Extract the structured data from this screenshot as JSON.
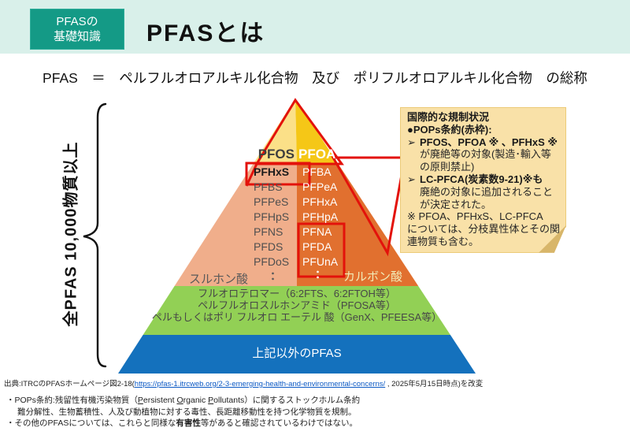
{
  "header": {
    "badge_line1": "PFASの",
    "badge_line2": "基礎知識",
    "title": "PFASとは"
  },
  "definition": "PFAS　＝　ペルフルオロアルキル化合物　及び　ポリフルオロアルキル化合物　の総称",
  "left_axis_label": "全PFAS 10,000物質以上",
  "pyramid": {
    "top": {
      "left": "PFOS",
      "right": "PFOA"
    },
    "sulfonic": [
      "PFHxS",
      "PFBS",
      "PFPeS",
      "PFHpS",
      "PFNS",
      "PFDS",
      "PFDoS"
    ],
    "carboxylic": [
      "PFBA",
      "PFPeA",
      "PFHxA",
      "PFHpA",
      "PFNA",
      "PFDA",
      "PFUnA"
    ],
    "ellipsis": "：",
    "sulfonic_label": "スルホン酸",
    "carboxylic_label": "カルボン酸",
    "green_lines": [
      "フルオロテロマー（6:2FTS、6:2FTOH等）",
      "ペルフルオロスルホンアミド（PFOSA等）",
      "ペルもしくはポリ フルオロ エーテル 酸（GenX、PFEESA等）"
    ],
    "blue_label": "上記以外のPFAS"
  },
  "note": {
    "lines": [
      {
        "text": "国際的な規制状況"
      },
      {
        "text": "●POPs条約(赤枠):"
      },
      {
        "marker": "➢",
        "text": "PFOS、PFOA ※ 、PFHxS ※"
      },
      {
        "text": "が廃絶等の対象(製造･輸入等"
      },
      {
        "text": "の原則禁止)"
      },
      {
        "marker": "➢",
        "text": "LC-PFCA(炭素数9-21)※も"
      },
      {
        "text": "廃絶の対象に追加されること"
      },
      {
        "text": "が決定された。"
      },
      {
        "text": "※ PFOA、PFHxS、LC-PFCA"
      },
      {
        "text": "については、分枝異性体とその関"
      },
      {
        "text": "連物質も含む。"
      }
    ]
  },
  "footer": {
    "source_pre": "出典:ITRCのPFASホームページ図2-18(",
    "source_link": "https://pfas-1.itrcweb.org/2-3-emerging-health-and-environmental-concerns/",
    "source_post": " , 2025年5月15日時点)を改変",
    "pops_pre": "・POPs条約:残留性有機汚染物質（",
    "pops_en": {
      "h1": "P",
      "r1": "ersistent ",
      "h2": "O",
      "r2": "rganic ",
      "h3": "P",
      "r3": "ollutants"
    },
    "pops_post": "）に関するストックホルム条約",
    "pops_detail": "難分解性、生物蓄積性、人及び動植物に対する毒性、長距離移動性を持つ化学物質を規制。",
    "other_pre": "・その他のPFASについては、これらと同様な",
    "other_bold": "有害性",
    "other_post": "等があると確認されているわけではない。"
  },
  "colors": {
    "band": "#d9f0ea",
    "badge": "#149a86",
    "yellow_left": "#fbe088",
    "yellow_right": "#f5c717",
    "salmon": "#f0ae8b",
    "orange": "#e1702f",
    "green": "#92d055",
    "blue": "#1471bd",
    "note_bg": "#f9e1a8",
    "note_fold": "#d8b66a",
    "red_frame": "#e3120b",
    "link": "#0a58c4"
  }
}
